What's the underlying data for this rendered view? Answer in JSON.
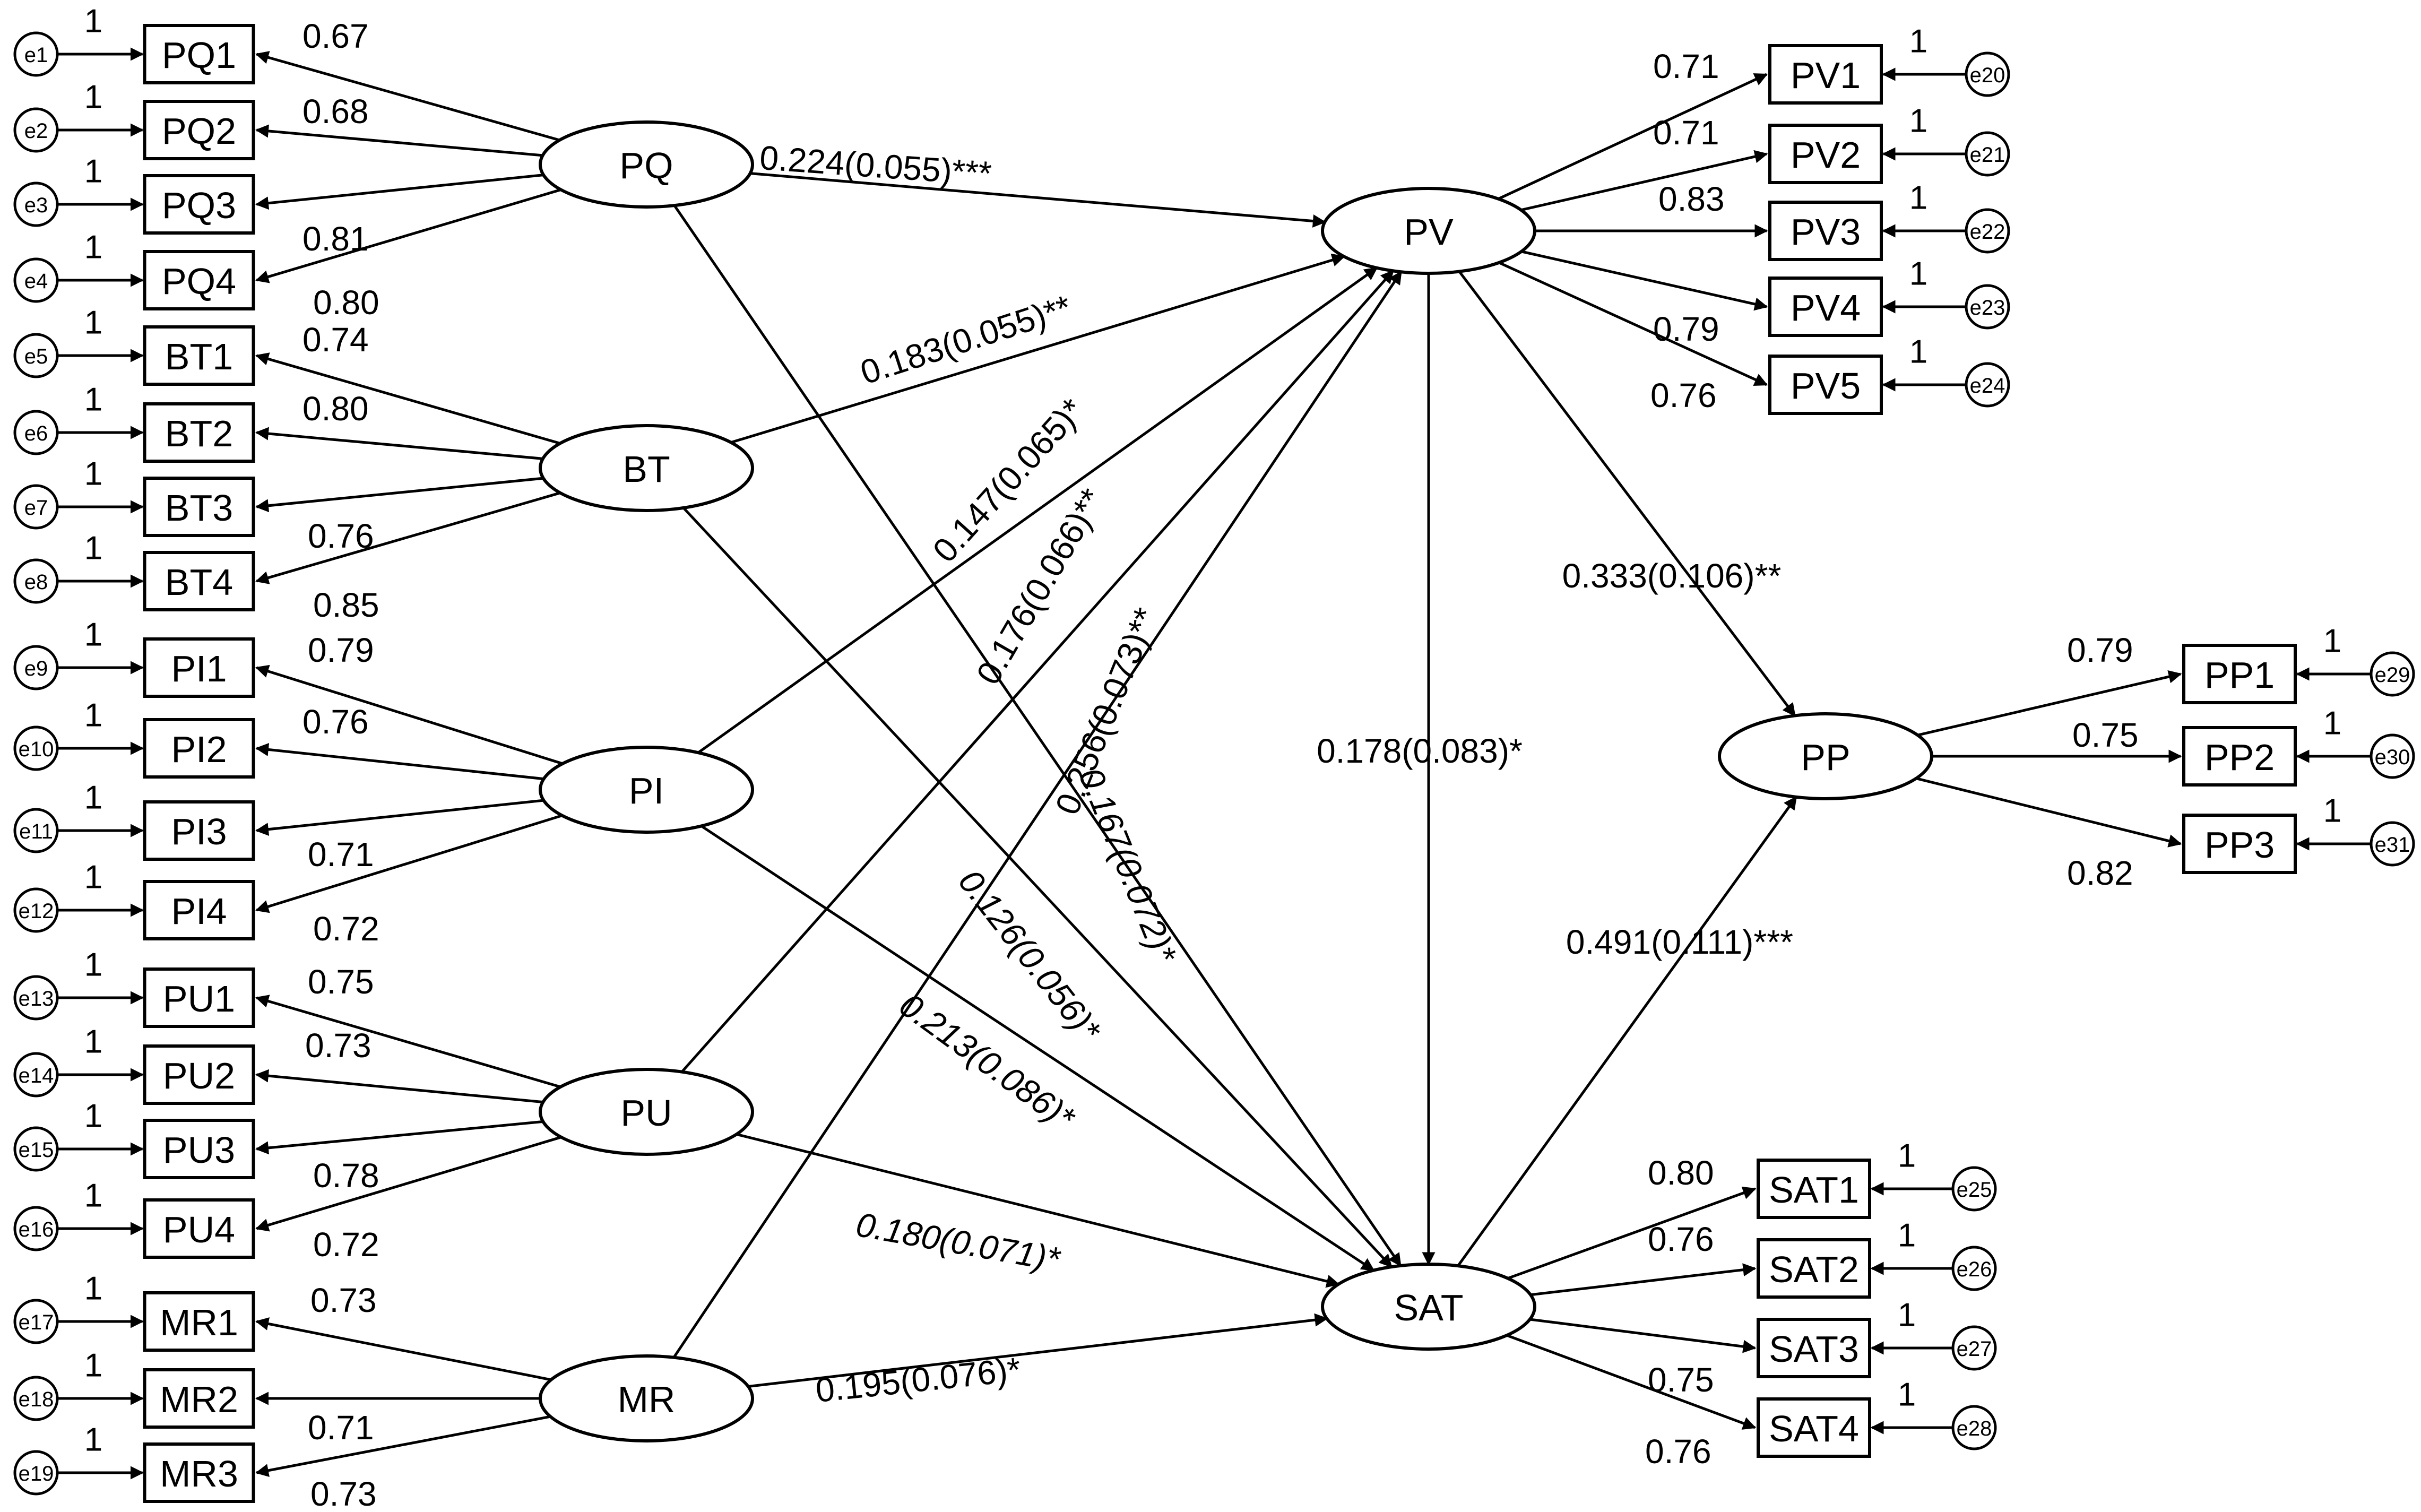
{
  "observed": {
    "PQ1": "PQ1",
    "PQ2": "PQ2",
    "PQ3": "PQ3",
    "PQ4": "PQ4",
    "BT1": "BT1",
    "BT2": "BT2",
    "BT3": "BT3",
    "BT4": "BT4",
    "PI1": "PI1",
    "PI2": "PI2",
    "PI3": "PI3",
    "PI4": "PI4",
    "PU1": "PU1",
    "PU2": "PU2",
    "PU3": "PU3",
    "PU4": "PU4",
    "MR1": "MR1",
    "MR2": "MR2",
    "MR3": "MR3",
    "PV1": "PV1",
    "PV2": "PV2",
    "PV3": "PV3",
    "PV4": "PV4",
    "PV5": "PV5",
    "SAT1": "SAT1",
    "SAT2": "SAT2",
    "SAT3": "SAT3",
    "SAT4": "SAT4",
    "PP1": "PP1",
    "PP2": "PP2",
    "PP3": "PP3"
  },
  "latent": {
    "PQ": "PQ",
    "BT": "BT",
    "PI": "PI",
    "PU": "PU",
    "MR": "MR",
    "PV": "PV",
    "SAT": "SAT",
    "PP": "PP"
  },
  "errors": {
    "e1": "e1",
    "e2": "e2",
    "e3": "e3",
    "e4": "e4",
    "e5": "e5",
    "e6": "e6",
    "e7": "e7",
    "e8": "e8",
    "e9": "e9",
    "e10": "e10",
    "e11": "e11",
    "e12": "e12",
    "e13": "e13",
    "e14": "e14",
    "e15": "e15",
    "e16": "e16",
    "e17": "e17",
    "e18": "e18",
    "e19": "e19",
    "e20": "e20",
    "e21": "e21",
    "e22": "e22",
    "e23": "e23",
    "e24": "e24",
    "e25": "e25",
    "e26": "e26",
    "e27": "e27",
    "e28": "e28",
    "e29": "e29",
    "e30": "e30",
    "e31": "e31"
  },
  "error_weight": "1",
  "loadings": {
    "PQ1": "0.67",
    "PQ2": "0.68",
    "PQ3": "0.81",
    "PQ4": "0.80",
    "BT1": "0.74",
    "BT2": "0.80",
    "BT3": "0.76",
    "BT4": "0.85",
    "PI1": "0.79",
    "PI2": "0.76",
    "PI3": "0.71",
    "PI4": "0.72",
    "PU1": "0.75",
    "PU2": "0.73",
    "PU3": "0.78",
    "PU4": "0.72",
    "MR1": "0.73",
    "MR2": "0.71",
    "MR3": "0.73",
    "PV1": "0.71",
    "PV2": "0.71",
    "PV3": "0.83",
    "PV4": "0.79",
    "PV5": "0.76",
    "SAT1": "0.80",
    "SAT2": "0.76",
    "SAT3": "0.75",
    "SAT4": "0.76",
    "PP1": "0.79",
    "PP2": "0.75",
    "PP3": "0.82"
  },
  "paths": {
    "PQ_PV": "0.224(0.055)***",
    "BT_PV": "0.183(0.055)**",
    "PI_PV": "0.147(0.065)*",
    "PU_PV": "0.176(0.066)**",
    "MR_PV": "0.256(0.073)**",
    "PQ_SAT": "0.167(0.072)*",
    "BT_SAT": "0.126(0.056)*",
    "PI_SAT": "0.213(0.086)*",
    "PU_SAT": "0.180(0.071)*",
    "MR_SAT": "0.195(0.076)*",
    "PV_PP": "0.333(0.106)**",
    "PV_SAT": "0.178(0.083)*",
    "SAT_PP": "0.491(0.111)***"
  }
}
